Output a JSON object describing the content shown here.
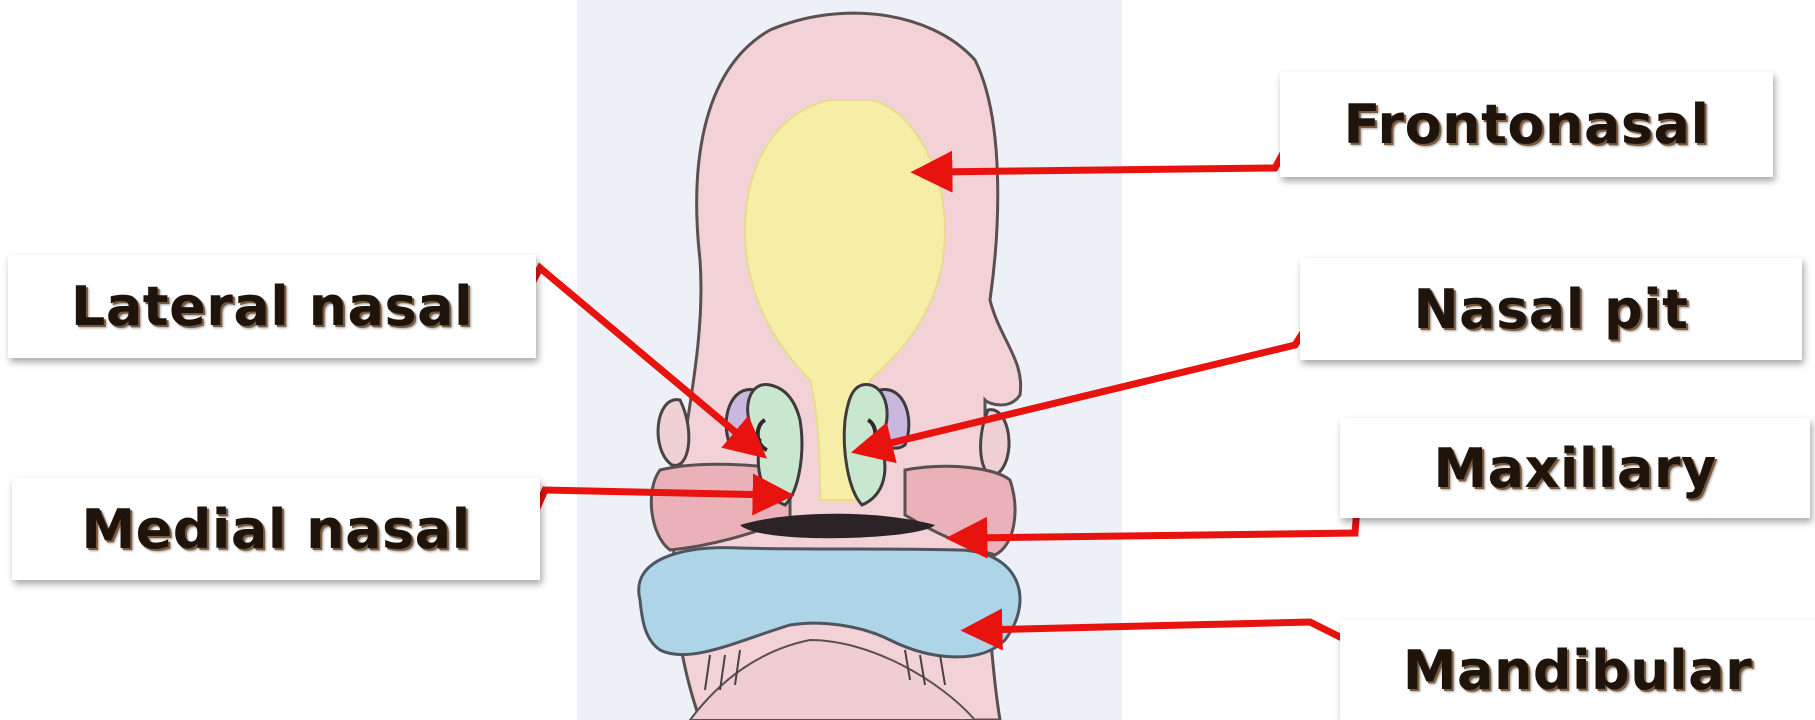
{
  "labels": {
    "frontonasal": "Frontonasal",
    "lateral_nasal": "Lateral nasal",
    "nasal_pit": "Nasal pit",
    "maxillary": "Maxillary",
    "medial_nasal": "Medial nasal",
    "mandibular": "Mandibular"
  },
  "colors": {
    "arrow": "#e8120f",
    "frontonasal_fill": "#f6eea6",
    "skin": "#f2d2d6",
    "lateral_nasal": "#c9b7dd",
    "medial_nasal": "#c9e7cf",
    "maxillary": "#eab1b8",
    "mandibular": "#aed4e8",
    "background_panel": "#eef0f8"
  }
}
